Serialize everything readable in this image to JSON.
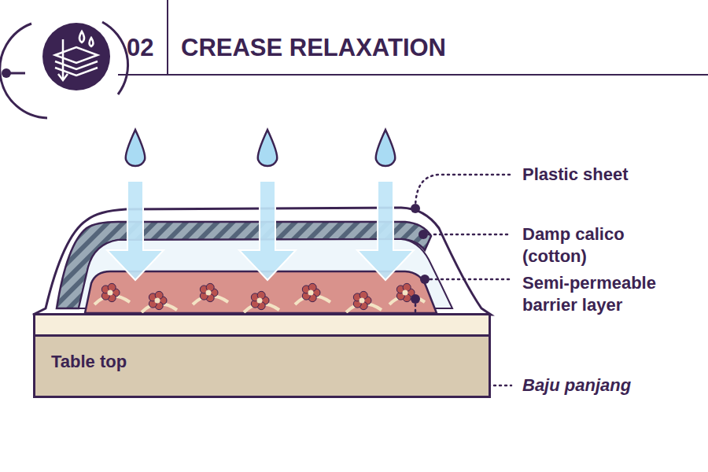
{
  "diagram": {
    "title": "CREASE RELAXATION",
    "nodes": [
      {
        "text": [
          "Table top"
        ]
      }
    ],
    "labels": [
      "02",
      "Plastic sheet",
      "Damp calico (cotton)",
      "Semi-permeable barrier layer",
      "Baju panjang"
    ]
  }
}
